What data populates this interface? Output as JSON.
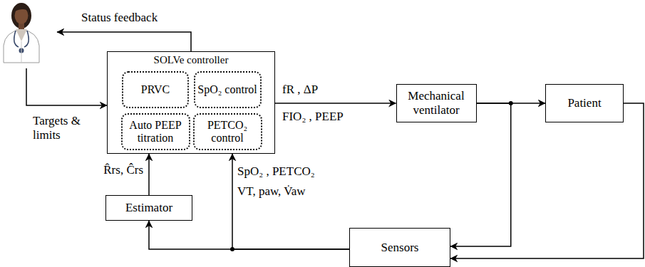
{
  "diagram": {
    "nodes": [
      {
        "text": [
          "SOLVe controller"
        ]
      },
      {
        "text": [
          "PRVC"
        ],
        "in": 0
      },
      {
        "text": [
          "SpO₂ control"
        ],
        "in": 0
      },
      {
        "text": [
          "Auto PEEP titration"
        ],
        "in": 0
      },
      {
        "text": [
          "PETCO₂ control"
        ],
        "in": 0
      },
      {
        "text": [
          "Mechanical ventilator"
        ]
      },
      {
        "text": [
          "Patient"
        ]
      },
      {
        "text": [
          "Sensors"
        ]
      },
      {
        "text": [
          "Estimator"
        ]
      }
    ],
    "edges": [
      {
        "from": 0,
        "to": 5,
        "label": "fR , ΔP",
        "arrow": "to"
      },
      {
        "from": 5,
        "to": 6,
        "arrow": "to"
      },
      {
        "from": 5,
        "to": 7,
        "arrow": "to"
      },
      {
        "from": 6,
        "to": 7,
        "arrow": "to"
      },
      {
        "from": 7,
        "to": 0,
        "label": "SpO₂ , PETCO₂",
        "arrow": "to"
      },
      {
        "from": 7,
        "to": 8,
        "arrow": "to"
      },
      {
        "from": 8,
        "to": 0,
        "label": "R̂rs, Ĉrs",
        "arrow": "to"
      }
    ],
    "labels": [
      "Status feedback",
      "Targets & limits",
      "FIO₂ , PEEP",
      "VT, paw, V̇aw"
    ]
  }
}
